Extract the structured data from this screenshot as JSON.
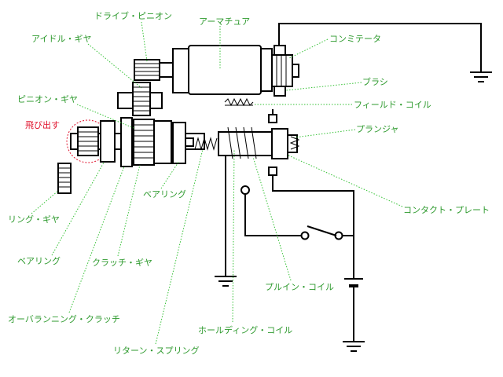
{
  "labels": {
    "drive_pinion": "ドライブ・ピニオン",
    "armature": "アーマチュア",
    "idle_gear": "アイドル・ギヤ",
    "commutator": "コンミテータ",
    "brush": "ブラシ",
    "pinion_gear": "ピニオン・ギヤ",
    "field_coil": "フィールド・コイル",
    "pop_out": "飛び出す",
    "plunger": "プランジャ",
    "bearing_right": "ベアリング",
    "contact_plate": "コンタクト・プレート",
    "ring_gear": "リング・ギヤ",
    "bearing_left": "ベアリング",
    "clutch_gear": "クラッチ・ギヤ",
    "pull_in_coil": "プルイン・コイル",
    "overrunning_clutch": "オーバランニング・クラッチ",
    "holding_coil": "ホールディング・コイル",
    "return_spring": "リターン・スプリング"
  },
  "colors": {
    "label_green": "#2e9a2e",
    "leader_green": "#36c236",
    "highlight_red": "#e0102a",
    "part_black": "#000000"
  }
}
